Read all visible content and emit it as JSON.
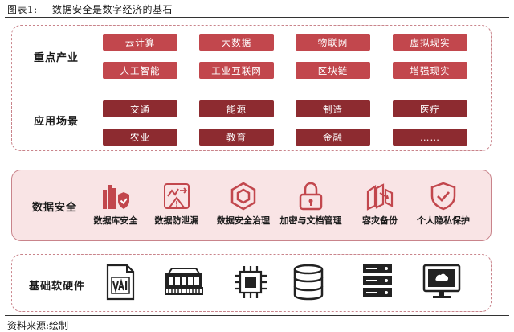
{
  "caption": {
    "number": "图表1:",
    "title": "数据安全是数字经济的基石"
  },
  "source": "资料来源:绘制",
  "colors": {
    "accent": "#c2474d",
    "accent_dark": "#8d2b30",
    "panel_fill": "#f9e4e5",
    "border": "#c9848b"
  },
  "sections": {
    "key_industries": {
      "label": "重点产业",
      "tags": [
        "云计算",
        "大数据",
        "物联网",
        "虚拟现实",
        "人工智能",
        "工业互联网",
        "区块链",
        "增强现实"
      ]
    },
    "scenarios": {
      "label": "应用场景",
      "tags": [
        "交通",
        "能源",
        "制造",
        "医疗",
        "农业",
        "教育",
        "金融",
        "……"
      ]
    },
    "data_security": {
      "label": "数据安全",
      "items": [
        {
          "label": "数据库安全",
          "icon": "database-shield-icon"
        },
        {
          "label": "数据防泄漏",
          "icon": "leak-prevention-icon"
        },
        {
          "label": "数据安全治理",
          "icon": "hexagon-governance-icon"
        },
        {
          "label": "加密与文档管理",
          "icon": "lock-icon"
        },
        {
          "label": "容灾备份",
          "icon": "backup-icon"
        },
        {
          "label": "个人隐私保护",
          "icon": "shield-check-icon"
        }
      ]
    },
    "hardware": {
      "label": "基础软硬件",
      "icons": [
        "software-doc-icon",
        "memory-module-icon",
        "cpu-chip-icon",
        "database-stack-icon",
        "server-rack-icon",
        "monitor-icon"
      ]
    }
  }
}
